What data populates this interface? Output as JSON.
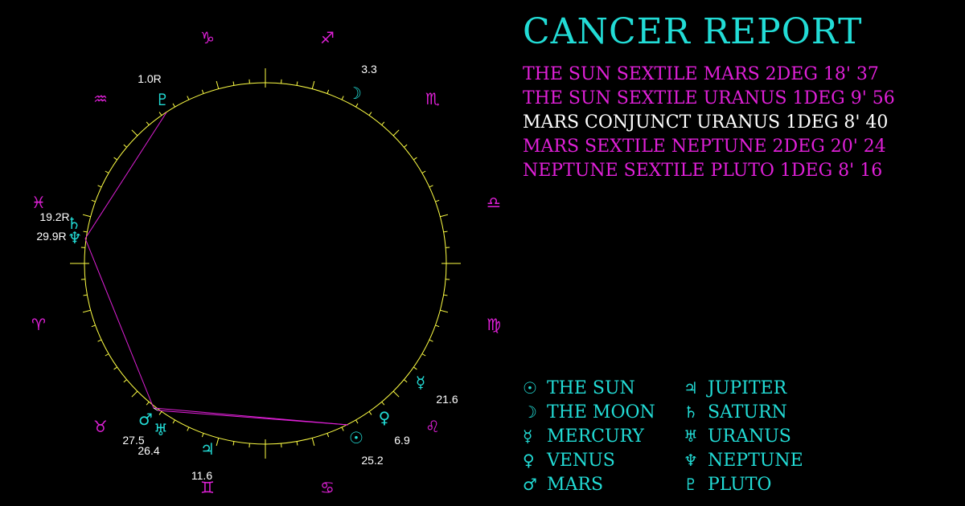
{
  "title": "CANCER REPORT",
  "colors": {
    "background": "#000000",
    "accent_cyan": "#22dcd6",
    "accent_magenta": "#e020d8",
    "wheel_yellow": "#ffff44",
    "aspect_white": "#ffffff"
  },
  "aspects": [
    {
      "text": "THE SUN SEXTILE MARS 2DEG 18' 37",
      "color": "#e020d8"
    },
    {
      "text": "THE SUN SEXTILE URANUS 1DEG 9' 56",
      "color": "#e020d8"
    },
    {
      "text": "MARS CONJUNCT URANUS 1DEG 8' 40",
      "color": "#ffffff"
    },
    {
      "text": "MARS SEXTILE NEPTUNE 2DEG 20' 24",
      "color": "#e020d8"
    },
    {
      "text": "NEPTUNE SEXTILE PLUTO 1DEG 8' 16",
      "color": "#e020d8"
    }
  ],
  "legend": {
    "left": [
      {
        "glyph": "☉",
        "label": "THE SUN"
      },
      {
        "glyph": "☽",
        "label": "THE MOON"
      },
      {
        "glyph": "☿",
        "label": "MERCURY"
      },
      {
        "glyph": "♀",
        "label": "VENUS"
      },
      {
        "glyph": "♂",
        "label": "MARS"
      }
    ],
    "right": [
      {
        "glyph": "♃",
        "label": "JUPITER"
      },
      {
        "glyph": "♄",
        "label": "SATURN"
      },
      {
        "glyph": "♅",
        "label": "URANUS"
      },
      {
        "glyph": "♆",
        "label": "NEPTUNE"
      },
      {
        "glyph": "♇",
        "label": "PLUTO"
      }
    ]
  },
  "wheel": {
    "signs": [
      {
        "glyph": "♑",
        "name": "capricorn"
      },
      {
        "glyph": "♐",
        "name": "sagittarius"
      },
      {
        "glyph": "♏",
        "name": "scorpio"
      },
      {
        "glyph": "♎",
        "name": "libra"
      },
      {
        "glyph": "♍",
        "name": "virgo"
      },
      {
        "glyph": "♌",
        "name": "leo"
      },
      {
        "glyph": "♋",
        "name": "cancer"
      },
      {
        "glyph": "♊",
        "name": "gemini"
      },
      {
        "glyph": "♉",
        "name": "taurus"
      },
      {
        "glyph": "♈",
        "name": "aries"
      },
      {
        "glyph": "♓",
        "name": "pisces"
      },
      {
        "glyph": "♒",
        "name": "aquarius"
      }
    ],
    "planets": [
      {
        "name": "moon",
        "glyph": "☽",
        "label": "3.3"
      },
      {
        "name": "pluto",
        "glyph": "♇",
        "label": "1.0R"
      },
      {
        "name": "saturn",
        "glyph": "♄",
        "label": "19.2R"
      },
      {
        "name": "neptune",
        "glyph": "♆",
        "label": "29.9R"
      },
      {
        "name": "mars",
        "glyph": "♂",
        "label": "27.5"
      },
      {
        "name": "uranus",
        "glyph": "♅",
        "label": "26.4"
      },
      {
        "name": "jupiter",
        "glyph": "♃",
        "label": "11.6"
      },
      {
        "name": "sun",
        "glyph": "☉",
        "label": "25.2"
      },
      {
        "name": "venus",
        "glyph": "♀",
        "label": "6.9"
      },
      {
        "name": "mercury",
        "glyph": "☿",
        "label": "21.6"
      }
    ],
    "aspect_lines": [
      {
        "from": "pluto",
        "to": "neptune",
        "color": "#e020d8"
      },
      {
        "from": "neptune",
        "to": "mars",
        "color": "#e020d8"
      },
      {
        "from": "mars",
        "to": "sun",
        "color": "#e020d8"
      },
      {
        "from": "uranus",
        "to": "sun",
        "color": "#e020d8"
      },
      {
        "from": "mars",
        "to": "uranus",
        "color": "#ffffff"
      }
    ]
  }
}
